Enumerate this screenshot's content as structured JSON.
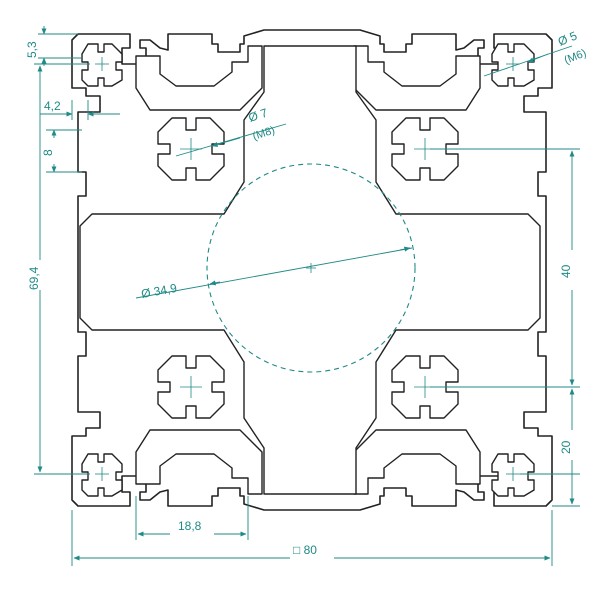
{
  "drawing": {
    "colors": {
      "outline": "#222222",
      "dimension": "#1f8a86",
      "background": "#ffffff"
    },
    "dimensions": {
      "top_slot_depth": "5,3",
      "slot_width": "4,2",
      "slot_opening": "8",
      "overall_vertical": "69,4",
      "hole_small": "Ø 5",
      "hole_small_thread": "(M6)",
      "hole_medium": "Ø 7",
      "hole_medium_thread": "(M8)",
      "center_bore": "Ø 34,9",
      "pitch_right": "40",
      "half_pitch_right": "20",
      "bottom_inner": "18,8",
      "overall_width": "□ 80"
    }
  }
}
